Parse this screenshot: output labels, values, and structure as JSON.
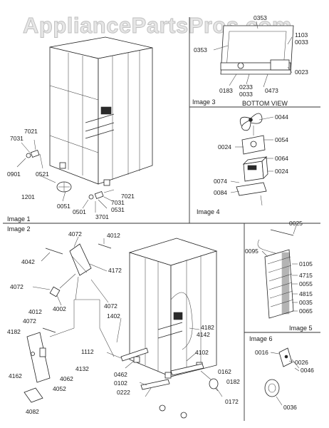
{
  "watermark": "AppliancePartsPros.com",
  "captions": {
    "image1": "Image 1",
    "image2": "Image 2",
    "image3": "Image 3",
    "image4": "Image 4",
    "image5": "Image 5",
    "image6": "Image 6",
    "bottom_view": "BOTTOM VIEW"
  },
  "labels": {
    "c7021": "7021",
    "c7031": "7031",
    "c0901": "0901",
    "c0521": "0521",
    "c1201": "1201",
    "c0051": "0051",
    "c0501": "0501",
    "c3701": "3701",
    "c7031b": "7031",
    "c0531": "0531",
    "c7021b": "7021",
    "c0353": "0353",
    "c0353b": "0353",
    "c1103": "1103",
    "c0033": "0033",
    "c0023": "0023",
    "c0183": "0183",
    "c0233": "0233",
    "c0033b": "0033",
    "c0473": "0473",
    "c0044": "0044",
    "c0054": "0054",
    "c0024": "0024",
    "c0064": "0064",
    "c0024b": "0024",
    "c0074": "0074",
    "c0084": "0084",
    "c0025": "0025",
    "c0095": "0095",
    "c0105": "0105",
    "c4715": "4715",
    "c0055": "0055",
    "c4815": "4815",
    "c0035": "0035",
    "c0065": "0065",
    "c4072": "4072",
    "c4012": "4012",
    "c4042": "4042",
    "c4172": "4172",
    "c4072b": "4072",
    "c4002": "4002",
    "c4072c": "4072",
    "c4012b": "4012",
    "c4072d": "4072",
    "c4182": "4182",
    "c4132": "4132",
    "c4162": "4162",
    "c4062": "4062",
    "c4052": "4052",
    "c4082": "4082",
    "c1402": "1402",
    "c1112": "1112",
    "c0462": "0462",
    "c0102": "0102",
    "c0222": "0222",
    "c4182b": "4182",
    "c4142": "4142",
    "c4102": "4102",
    "c0162": "0162",
    "c0182": "0182",
    "c0172": "0172",
    "c0016": "0016",
    "c0026": "0026",
    "c0046": "0046",
    "c0036": "0036"
  }
}
